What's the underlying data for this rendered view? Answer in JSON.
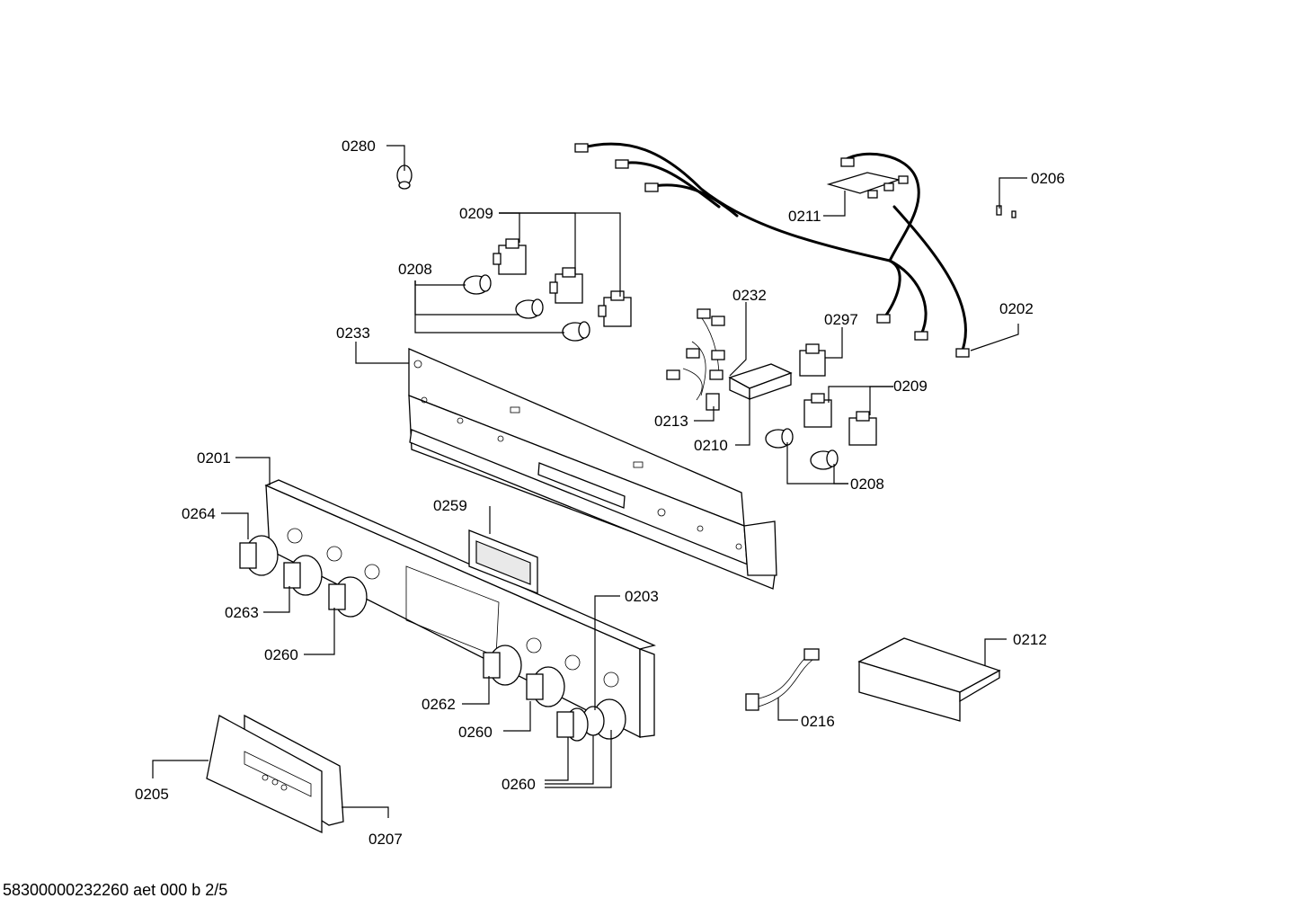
{
  "diagram": {
    "footer_code": "58300000232260 aet 000 b 2/5",
    "callouts": {
      "c0280": "0280",
      "c0209a": "0209",
      "c0208a": "0208",
      "c0233": "0233",
      "c0211": "0211",
      "c0206": "0206",
      "c0232": "0232",
      "c0297": "0297",
      "c0202": "0202",
      "c0209b": "0209",
      "c0213": "0213",
      "c0210": "0210",
      "c0208b": "0208",
      "c0201": "0201",
      "c0264": "0264",
      "c0259": "0259",
      "c0263": "0263",
      "c0260a": "0260",
      "c0203": "0203",
      "c0262": "0262",
      "c0260b": "0260",
      "c0260c": "0260",
      "c0212": "0212",
      "c0216": "0216",
      "c0205": "0205",
      "c0207": "0207"
    }
  }
}
